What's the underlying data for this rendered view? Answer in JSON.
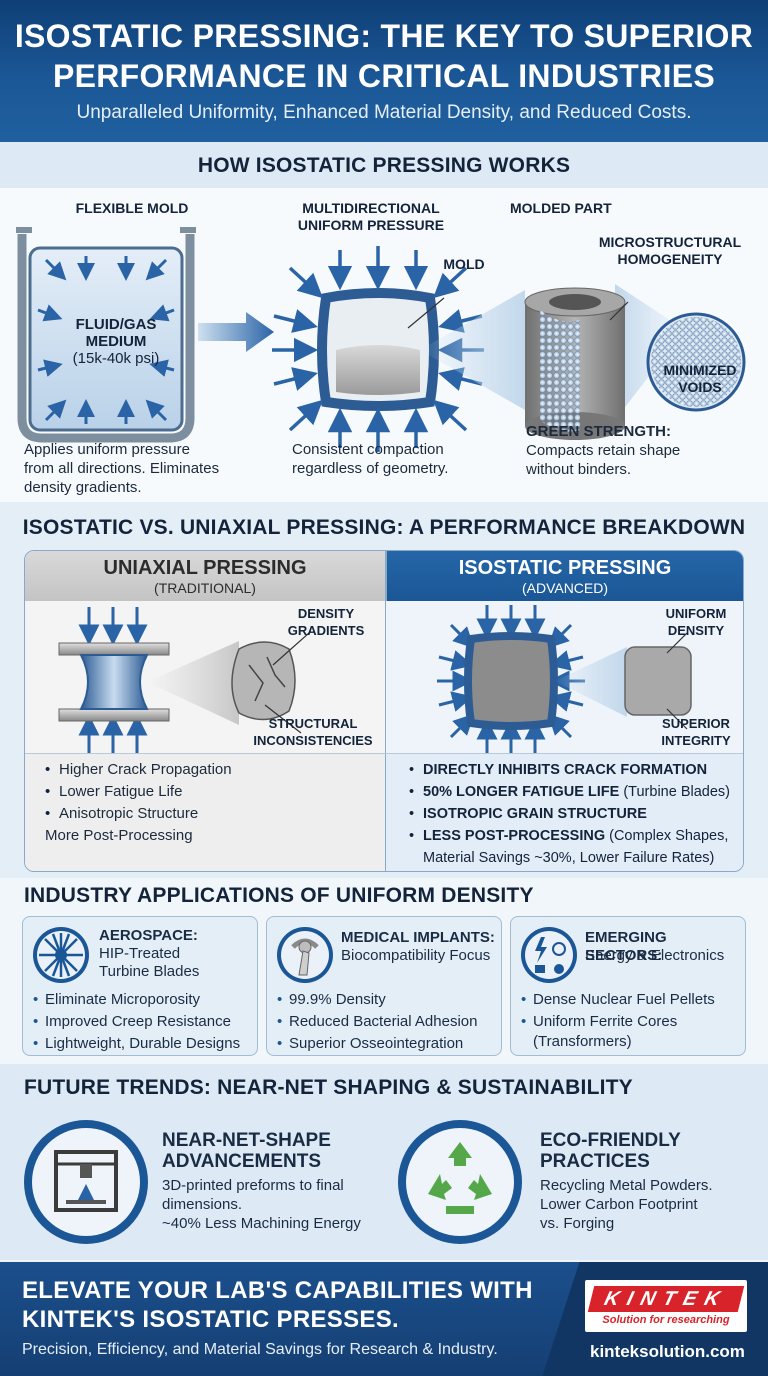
{
  "header": {
    "title_line1": "ISOSTATIC PRESSING: THE KEY TO SUPERIOR",
    "title_line2": "PERFORMANCE IN CRITICAL INDUSTRIES",
    "subtitle": "Unparalleled Uniformity, Enhanced Material Density, and Reduced Costs."
  },
  "how": {
    "title": "HOW ISOSTATIC PRESSING WORKS",
    "flexible_mold": "FLEXIBLE MOLD",
    "medium_line1": "FLUID/GAS",
    "medium_line2": "MEDIUM",
    "medium_psi": "(15k-40k psi)",
    "pressure_line1": "MULTIDIRECTIONAL",
    "pressure_line2": "UNIFORM PRESSURE",
    "mold": "MOLD",
    "molded_part": "MOLDED PART",
    "micro_line1": "MICROSTRUCTURAL",
    "micro_line2": "HOMOGENEITY",
    "voids_line1": "MINIMIZED",
    "voids_line2": "VOIDS",
    "desc1_line1": "Applies uniform pressure",
    "desc1_line2": "from all directions. Eliminates",
    "desc1_line3": "density gradients.",
    "desc2_line1": "Consistent compaction",
    "desc2_line2": "regardless of geometry.",
    "green_title": "GREEN STRENGTH:",
    "green_line1": "Compacts retain shape",
    "green_line2": "without binders."
  },
  "compare": {
    "title": "ISOSTATIC VS. UNIAXIAL PRESSING: A PERFORMANCE BREAKDOWN",
    "uni_title": "UNIAXIAL PRESSING",
    "uni_sub": "(TRADITIONAL)",
    "iso_title": "ISOSTATIC PRESSING",
    "iso_sub": "(ADVANCED)",
    "density_line1": "DENSITY",
    "density_line2": "GRADIENTS",
    "struct_line1": "STRUCTURAL",
    "struct_line2": "INCONSISTENCIES",
    "uniform_line1": "UNIFORM",
    "uniform_line2": "DENSITY",
    "superior_line1": "SUPERIOR",
    "superior_line2": "INTEGRITY",
    "uni_bullets": [
      "Higher Crack Propagation",
      "Lower Fatigue Life",
      "Anisotropic Structure",
      "More Post-Processing"
    ],
    "iso_b1": "DIRECTLY INHIBITS CRACK FORMATION",
    "iso_b2_bold": "50% LONGER FATIGUE LIFE",
    "iso_b2_rest": " (Turbine Blades)",
    "iso_b3": "ISOTROPIC GRAIN STRUCTURE",
    "iso_b4_bold": "LESS POST-PROCESSING",
    "iso_b4_rest": " (Complex Shapes,",
    "iso_b4_line2": "Material Savings ~30%, Lower Failure Rates)"
  },
  "industry": {
    "title": "INDUSTRY APPLICATIONS OF UNIFORM DENSITY",
    "aero_title": "AEROSPACE:",
    "aero_sub1": "HIP-Treated",
    "aero_sub2": "Turbine Blades",
    "aero_items": [
      "Eliminate Microporosity",
      "Improved Creep Resistance",
      "Lightweight, Durable Designs"
    ],
    "med_title": "MEDICAL IMPLANTS:",
    "med_sub": "Biocompatibility Focus",
    "med_items": [
      "99.9% Density",
      "Reduced Bacterial Adhesion",
      "Superior Osseointegration"
    ],
    "emg_title": "EMERGING SECTORS:",
    "emg_sub": "Energy & Electronics",
    "emg_items": [
      "Dense Nuclear Fuel Pellets",
      "Uniform Ferrite Cores"
    ],
    "emg_item2_line2": "(Transformers)"
  },
  "future": {
    "title": "FUTURE TRENDS: NEAR-NET SHAPING & SUSTAINABILITY",
    "nns_title1": "NEAR-NET-SHAPE",
    "nns_title2": "ADVANCEMENTS",
    "nns_line1": "3D-printed preforms to final",
    "nns_line2": "dimensions.",
    "nns_line3": "~40% Less Machining Energy",
    "eco_title1": "ECO-FRIENDLY",
    "eco_title2": "PRACTICES",
    "eco_line1": "Recycling Metal Powders.",
    "eco_line2": "Lower Carbon Footprint",
    "eco_line3": "vs. Forging"
  },
  "footer": {
    "cta_line1": "ELEVATE YOUR LAB'S CAPABILITIES WITH",
    "cta_line2": "KINTEK'S ISOSTATIC PRESSES.",
    "note": "Precision, Efficiency, and Material Savings for Research & Industry.",
    "logo_text": "KINTEK",
    "logo_tagline": "Solution for researching",
    "url": "kinteksolution.com"
  },
  "colors": {
    "brand_blue": "#1b5796",
    "dark_navy": "#13233a",
    "kintek_red": "#d8232a"
  }
}
